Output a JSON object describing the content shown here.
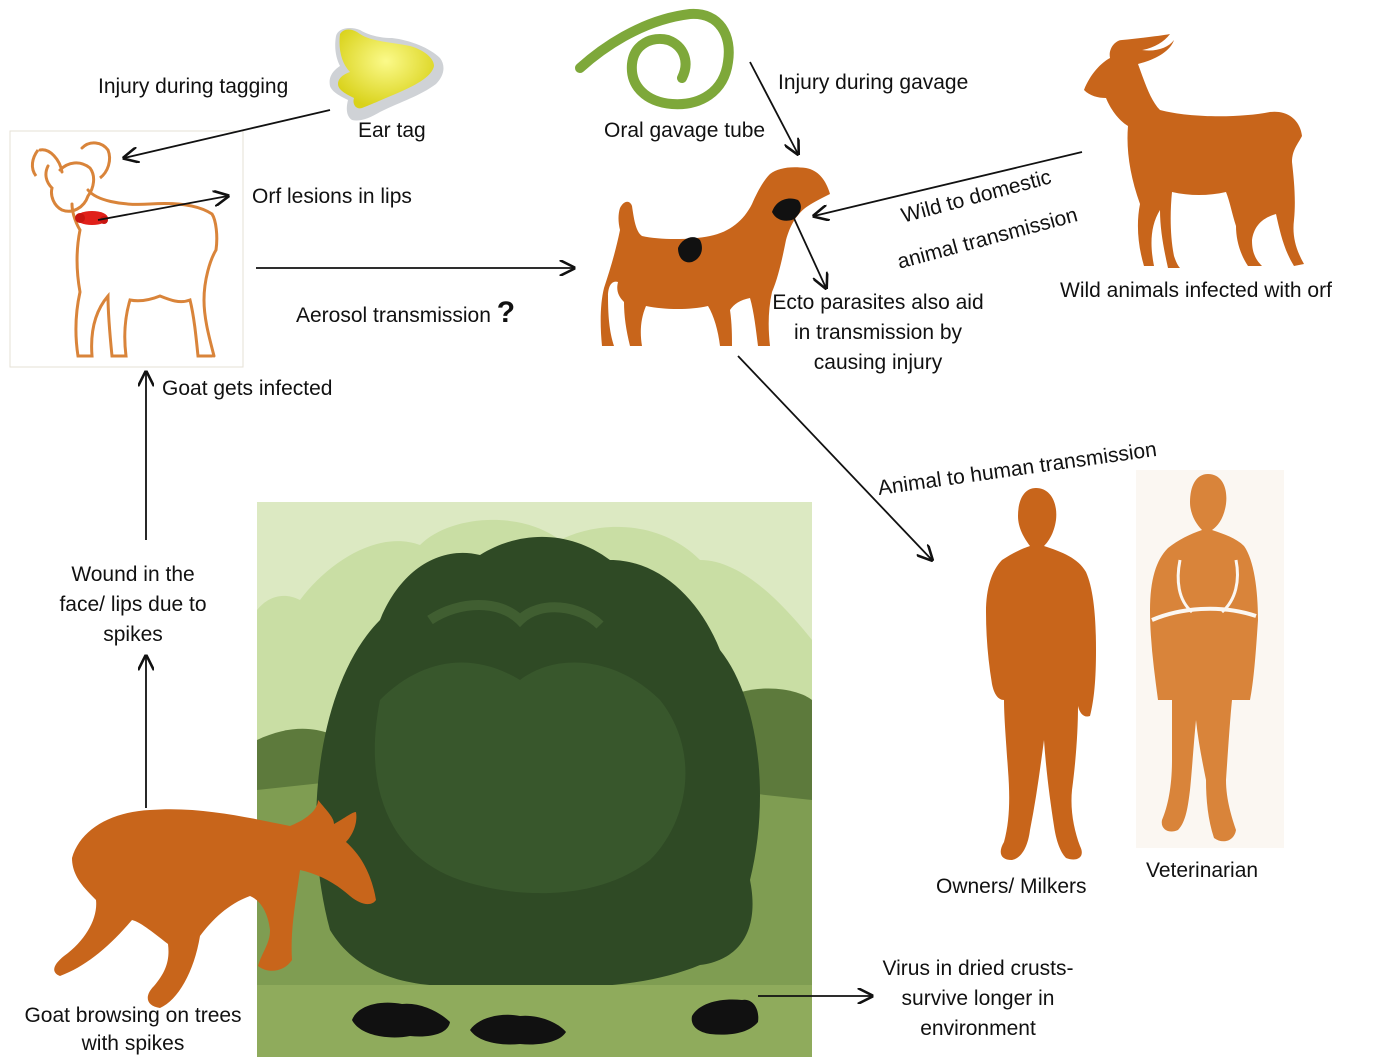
{
  "labels": {
    "injury_tagging": "Injury during tagging",
    "ear_tag": "Ear tag",
    "oral_gavage_tube": "Oral gavage tube",
    "injury_gavage": "Injury during gavage",
    "orf_lesions": "Orf lesions in lips",
    "aerosol": "Aerosol transmission",
    "aerosol_mark": "?",
    "goat_infected": "Goat gets infected",
    "wild_to_domestic_1": "Wild to domestic",
    "wild_to_domestic_2": "animal transmission",
    "wild_animals": "Wild animals infected with orf",
    "ecto_1": "Ecto parasites also aid",
    "ecto_2": "in transmission by",
    "ecto_3": "causing injury",
    "animal_to_human": "Animal to human transmission",
    "wound_1": "Wound in the",
    "wound_2": "face/ lips due to",
    "wound_3": "spikes",
    "owners": "Owners/ Milkers",
    "veterinarian": "Veterinarian",
    "virus_1": "Virus in dried crusts-",
    "virus_2": "survive longer in",
    "virus_3": "environment",
    "browsing_1": "Goat browsing on trees",
    "browsing_2": "with spikes"
  },
  "colors": {
    "animal_orange": "#c8651b",
    "outline_orange": "#d9843a",
    "lesion_red": "#e0201a",
    "crust_black": "#111111",
    "ear_tag_yellow": "#f2ee3a",
    "gavage_green": "#7ea83a",
    "photo_sky": "#c6dca0",
    "photo_foliage": "#2f4a25",
    "photo_grass": "#7b9a4e"
  }
}
